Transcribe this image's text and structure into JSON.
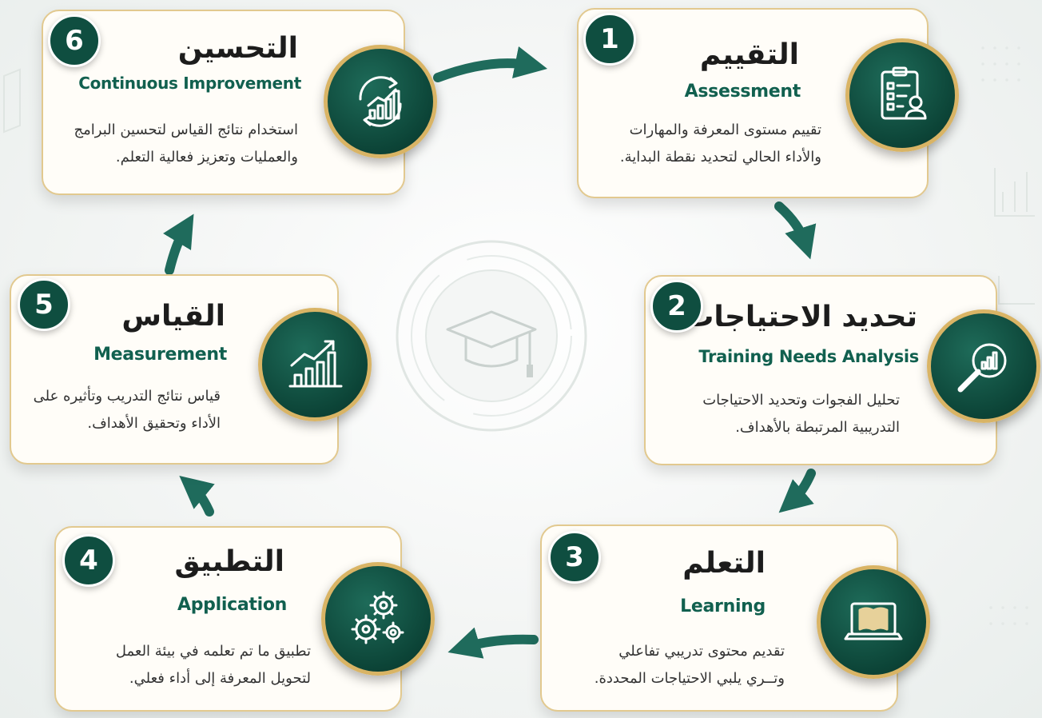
{
  "colors": {
    "primary": "#0f4e40",
    "accent_gold": "#d9b465",
    "english_title": "#11604f",
    "arrow": "#1f6b5c"
  },
  "steps": [
    {
      "number": "1",
      "title_ar": "التقييم",
      "title_en": "Assessment",
      "desc_line1": "تقييم مستوى المعرفة والمهارات",
      "desc_line2": "والأداء الحالي لتحديد نقطة البداية.",
      "icon": "clipboard-checklist-icon"
    },
    {
      "number": "2",
      "title_ar": "تحديد الاحتياجات",
      "title_en": "Training Needs Analysis",
      "desc_line1": "تحليل الفجوات وتحديد الاحتياجات",
      "desc_line2": "التدريبية المرتبطة بالأهداف.",
      "icon": "magnifier-chart-icon"
    },
    {
      "number": "3",
      "title_ar": "التعلم",
      "title_en": "Learning",
      "desc_line1": "تقديم محتوى تدريبي تفاعلي",
      "desc_line2": "وتــري يلبي الاحتياجات المحددة.",
      "icon": "laptop-book-icon"
    },
    {
      "number": "4",
      "title_ar": "التطبيق",
      "title_en": "Application",
      "desc_line1": "تطبيق ما تم تعلمه في بيئة العمل",
      "desc_line2": "لتحويل المعرفة إلى أداء فعلي.",
      "icon": "gears-icon"
    },
    {
      "number": "5",
      "title_ar": "القياس",
      "title_en": "Measurement",
      "desc_line1": "قياس نتائج التدريب وتأثيره على",
      "desc_line2": "الأداء وتحقيق الأهداف.",
      "icon": "growth-chart-icon"
    },
    {
      "number": "6",
      "title_ar": "التحسين",
      "title_en": "Continuous Improvement",
      "desc_line1": "استخدام نتائج القياس لتحسين البرامج",
      "desc_line2": "والعمليات وتعزيز فعالية التعلم.",
      "icon": "cycle-growth-icon"
    }
  ],
  "center_icon": "graduation-cap-icon"
}
